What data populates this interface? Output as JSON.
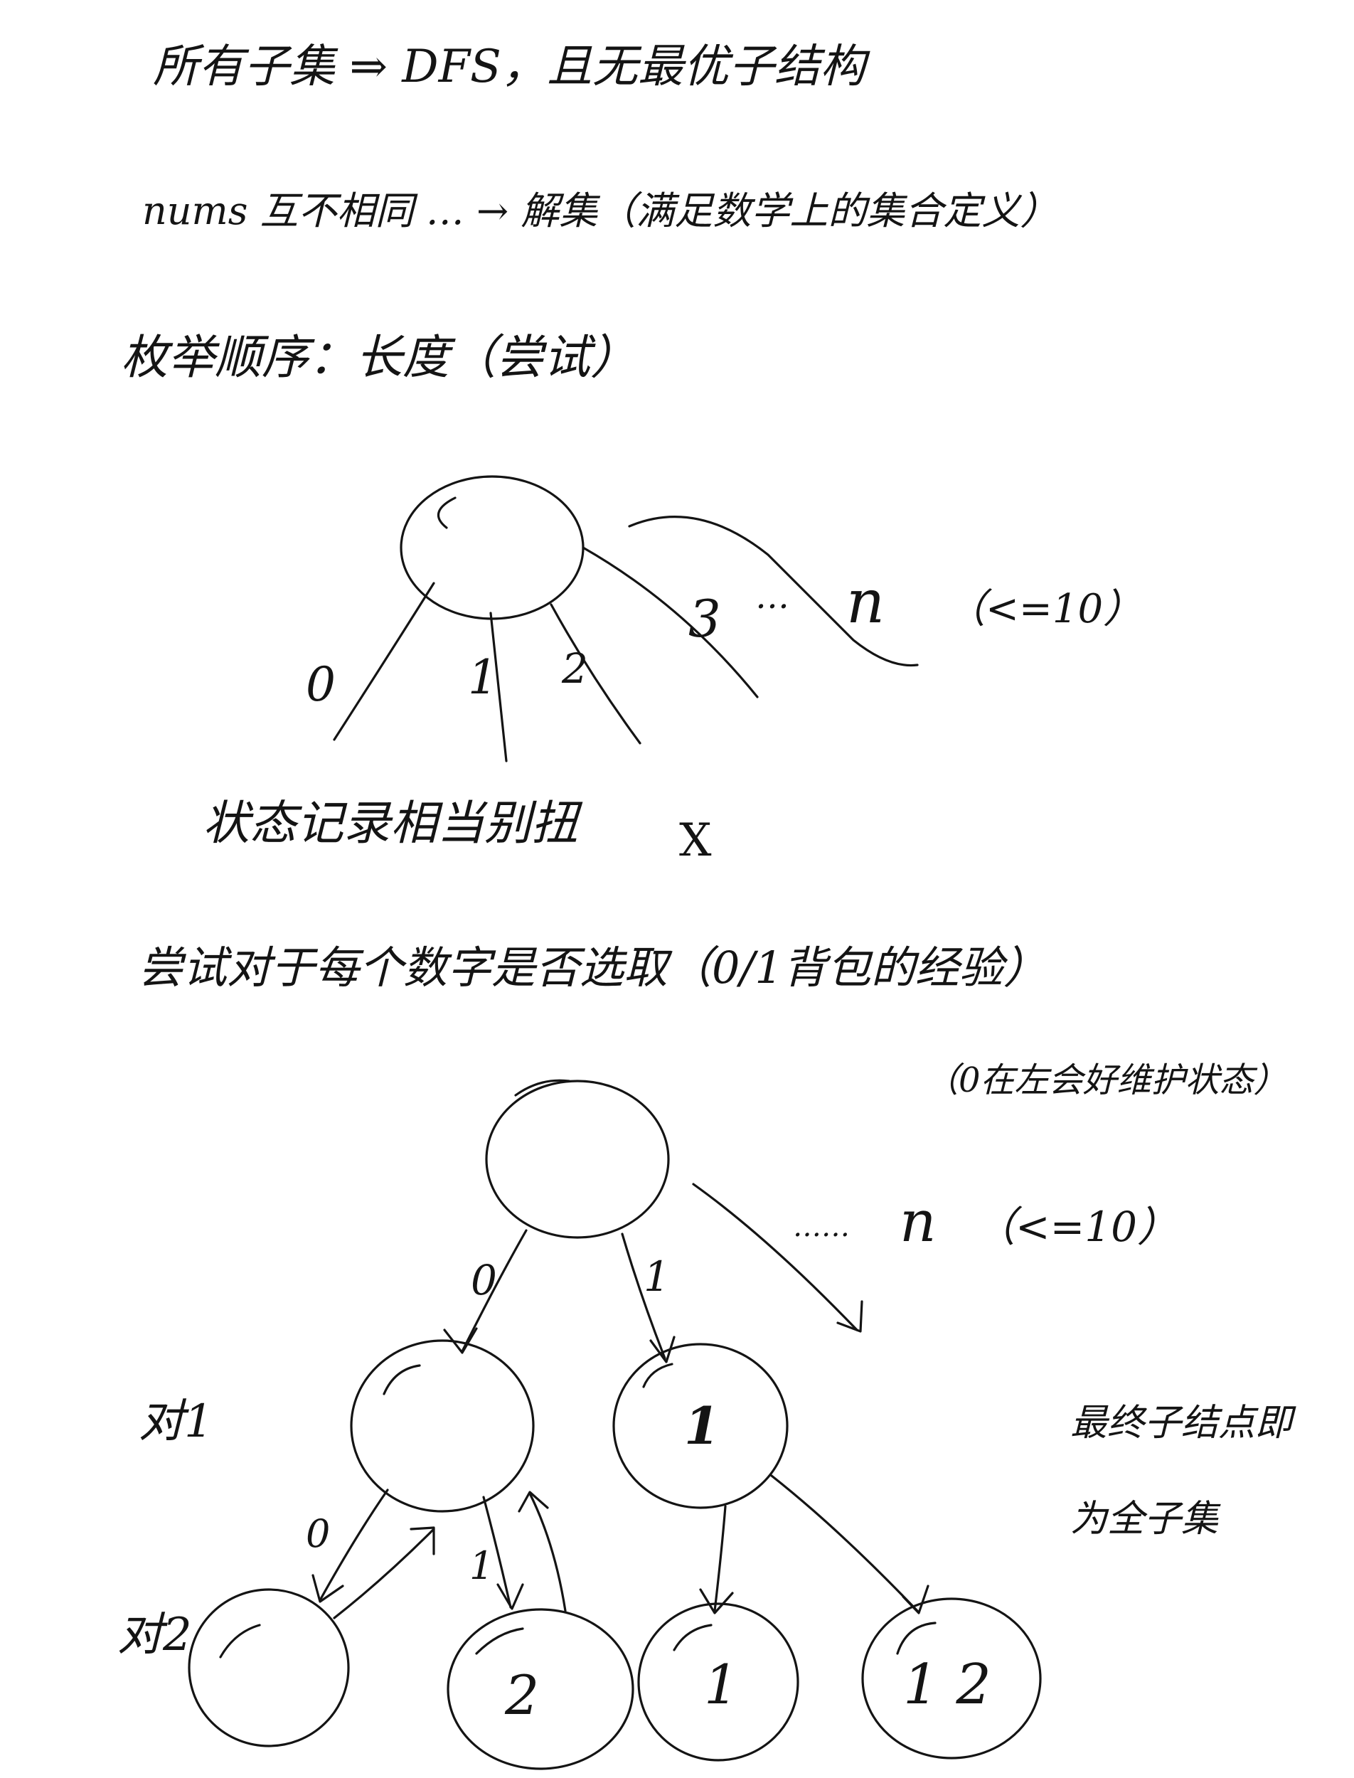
{
  "notes": {
    "line1": "所有子集 ⇒ DFS，且无最优子结构",
    "line2": "nums 互不相同 … → 解集（满足数学上的集合定义）",
    "line3": "枚举顺序：长度（尝试）",
    "line4_state": "状态记录相当别扭",
    "line4_mark": "X",
    "line5": "尝试对于每个数字是否选取（0/1背包的经验）",
    "line6": "（0在左会好维护状态）",
    "side1": "最终子结点即",
    "side2": "为全子集"
  },
  "tree1": {
    "edge_labels": [
      "0",
      "1",
      "2",
      "3",
      "…",
      "n"
    ],
    "range_note": "（<=10）"
  },
  "tree2": {
    "edge_labels": [
      "0",
      "1"
    ],
    "dots": "……",
    "n_label": "n",
    "range_note": "（<=10）",
    "level_labels": [
      "对1",
      "对2"
    ],
    "node_labels": [
      "",
      "1",
      "",
      "2",
      "1",
      "1 2"
    ]
  },
  "colors": {
    "ink": "#141414",
    "paper": "#ffffff"
  }
}
